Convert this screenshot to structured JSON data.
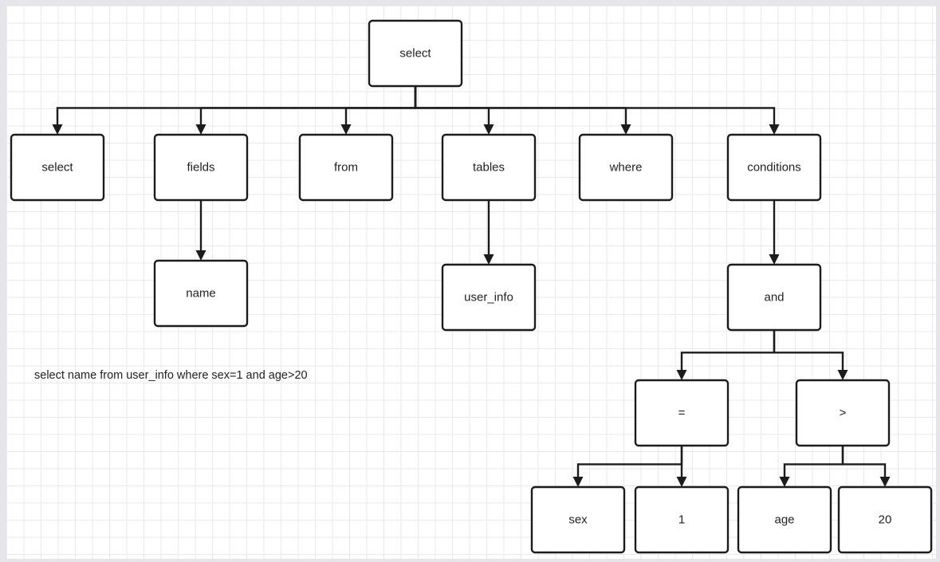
{
  "diagram": {
    "nodes": {
      "root": "select",
      "select_kw": "select",
      "fields": "fields",
      "from_kw": "from",
      "tables": "tables",
      "where_kw": "where",
      "conditions": "conditions",
      "name": "name",
      "user_info": "user_info",
      "and_op": "and",
      "eq_op": "=",
      "gt_op": ">",
      "sex": "sex",
      "one": "1",
      "age": "age",
      "twenty": "20"
    },
    "edges": [
      [
        "root",
        "select_kw"
      ],
      [
        "root",
        "fields"
      ],
      [
        "root",
        "from_kw"
      ],
      [
        "root",
        "tables"
      ],
      [
        "root",
        "where_kw"
      ],
      [
        "root",
        "conditions"
      ],
      [
        "fields",
        "name"
      ],
      [
        "tables",
        "user_info"
      ],
      [
        "conditions",
        "and_op"
      ],
      [
        "and_op",
        "eq_op"
      ],
      [
        "and_op",
        "gt_op"
      ],
      [
        "eq_op",
        "sex"
      ],
      [
        "eq_op",
        "one"
      ],
      [
        "gt_op",
        "age"
      ],
      [
        "gt_op",
        "twenty"
      ]
    ]
  },
  "query_text": "select name from user_info where sex=1 and age>20"
}
